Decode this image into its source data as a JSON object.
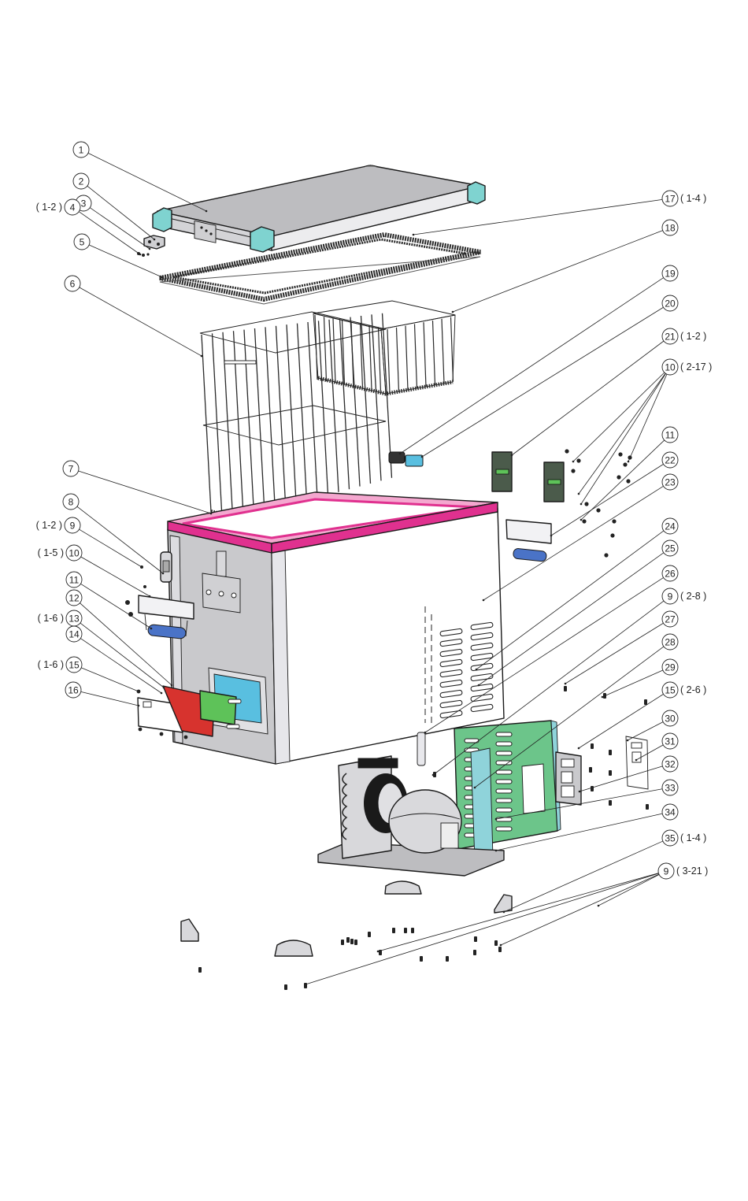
{
  "diagram": {
    "type": "exploded-parts-view",
    "colors": {
      "lid_corner": "#7fd3d0",
      "lid_top": "#bdbdc0",
      "cabinet_rim": "#e0318f",
      "cabinet_side": "#c9c9cc",
      "cabinet_front": "#ffffff",
      "handle_grip": "#4a73c7",
      "control_board_red": "#d7332e",
      "control_board_green": "#5ec259",
      "display_window": "#59bfe0",
      "rear_panel": "#6cc58a",
      "rear_bracket": "#8fd3da",
      "compressor": "#d9d9dc",
      "line": "#1a1a1a"
    },
    "callouts": [
      {
        "id": "c1",
        "number": "1",
        "qty": ""
      },
      {
        "id": "c2",
        "number": "2",
        "qty": ""
      },
      {
        "id": "c3",
        "number": "3",
        "qty": ""
      },
      {
        "id": "c4",
        "number": "4",
        "qty": "( 1-2 )"
      },
      {
        "id": "c5",
        "number": "5",
        "qty": ""
      },
      {
        "id": "c6",
        "number": "6",
        "qty": ""
      },
      {
        "id": "c7",
        "number": "7",
        "qty": ""
      },
      {
        "id": "c8",
        "number": "8",
        "qty": ""
      },
      {
        "id": "c9a",
        "number": "9",
        "qty": "( 1-2 )"
      },
      {
        "id": "c10a",
        "number": "10",
        "qty": "( 1-5 )"
      },
      {
        "id": "c11a",
        "number": "11",
        "qty": ""
      },
      {
        "id": "c12",
        "number": "12",
        "qty": ""
      },
      {
        "id": "c13",
        "number": "13",
        "qty": "( 1-6 )"
      },
      {
        "id": "c14",
        "number": "14",
        "qty": ""
      },
      {
        "id": "c15a",
        "number": "15",
        "qty": "( 1-6 )"
      },
      {
        "id": "c16",
        "number": "16",
        "qty": ""
      },
      {
        "id": "c17",
        "number": "17",
        "qty": "( 1-4 )"
      },
      {
        "id": "c18",
        "number": "18",
        "qty": ""
      },
      {
        "id": "c19",
        "number": "19",
        "qty": ""
      },
      {
        "id": "c20",
        "number": "20",
        "qty": ""
      },
      {
        "id": "c21",
        "number": "21",
        "qty": "( 1-2 )"
      },
      {
        "id": "c10b",
        "number": "10",
        "qty": "( 2-17 )"
      },
      {
        "id": "c11b",
        "number": "11",
        "qty": ""
      },
      {
        "id": "c22",
        "number": "22",
        "qty": ""
      },
      {
        "id": "c23",
        "number": "23",
        "qty": ""
      },
      {
        "id": "c24",
        "number": "24",
        "qty": ""
      },
      {
        "id": "c25",
        "number": "25",
        "qty": ""
      },
      {
        "id": "c26",
        "number": "26",
        "qty": ""
      },
      {
        "id": "c9b",
        "number": "9",
        "qty": "( 2-8 )"
      },
      {
        "id": "c27",
        "number": "27",
        "qty": ""
      },
      {
        "id": "c28",
        "number": "28",
        "qty": ""
      },
      {
        "id": "c29",
        "number": "29",
        "qty": ""
      },
      {
        "id": "c15b",
        "number": "15",
        "qty": "( 2-6 )"
      },
      {
        "id": "c30",
        "number": "30",
        "qty": ""
      },
      {
        "id": "c31",
        "number": "31",
        "qty": ""
      },
      {
        "id": "c32",
        "number": "32",
        "qty": ""
      },
      {
        "id": "c33",
        "number": "33",
        "qty": ""
      },
      {
        "id": "c34",
        "number": "34",
        "qty": ""
      },
      {
        "id": "c35",
        "number": "35",
        "qty": "( 1-4 )"
      },
      {
        "id": "c9c",
        "number": "9",
        "qty": "( 3-21 )"
      }
    ]
  }
}
